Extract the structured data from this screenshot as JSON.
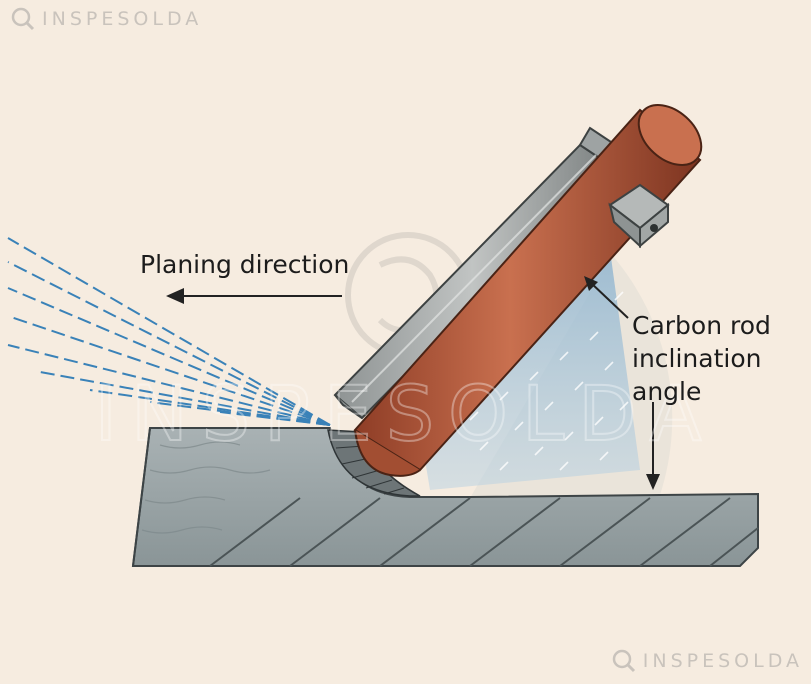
{
  "brand": {
    "text": "INSPESOLDA",
    "icon": "inspesolda-logo-icon"
  },
  "labels": {
    "planing_direction": "Planing direction",
    "inclination_angle": [
      "Carbon rod",
      "inclination",
      "angle"
    ]
  },
  "colors": {
    "background": "#f6ece0",
    "plate": "#9aa3a5",
    "carbon_rod": "#b65a3c",
    "holder": "#a9adad",
    "air_jet": "#3a82b8",
    "arrows": "#222222"
  }
}
